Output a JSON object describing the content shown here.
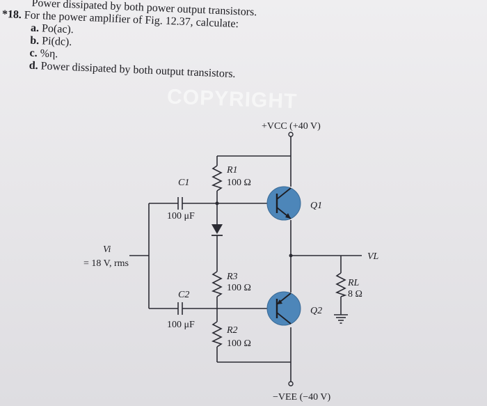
{
  "problem": {
    "header_partial": "Power dissipated by both power output transistors.",
    "number": "*18.",
    "question": "For the power amplifier of Fig. 12.37, calculate:",
    "parts": [
      {
        "letter": "a.",
        "text": "Po(ac)."
      },
      {
        "letter": "b.",
        "text": "Pi(dc)."
      },
      {
        "letter": "c.",
        "text": "%η."
      },
      {
        "letter": "d.",
        "text": "Power dissipated by both output transistors."
      }
    ]
  },
  "watermark": "COPYRIGHT",
  "circuit": {
    "vcc": "+VCC (+40 V)",
    "vee": "−VEE (−40 V)",
    "r1_name": "R1",
    "r1_value": "100 Ω",
    "r2_name": "R2",
    "r2_value": "100 Ω",
    "r3_name": "R3",
    "r3_value": "100 Ω",
    "rl_name": "RL",
    "rl_value": "8 Ω",
    "c1_name": "C1",
    "c1_value": "100 μF",
    "c2_name": "C2",
    "c2_value": "100 μF",
    "q1": "Q1",
    "q2": "Q2",
    "vi_name": "Vi",
    "vi_value": "= 18 V, rms",
    "vl": "VL"
  },
  "colors": {
    "transistor": "#4d86b9",
    "wire": "#2b2b33"
  }
}
